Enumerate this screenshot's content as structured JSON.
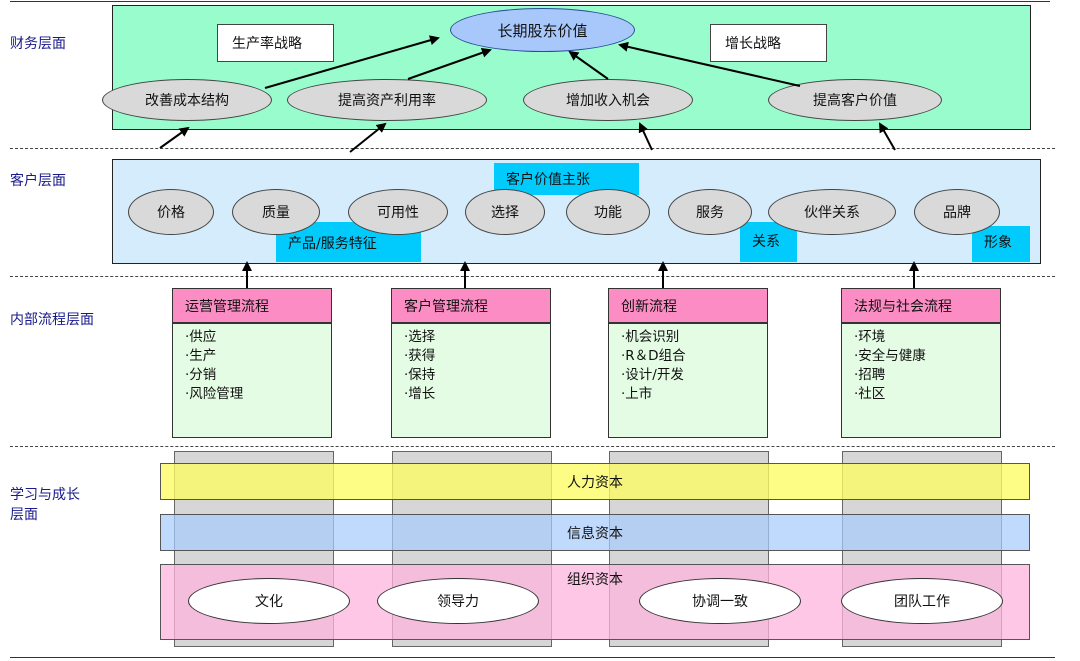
{
  "layers": {
    "financial": "财务层面",
    "customer": "客户层面",
    "internal": "内部流程层面",
    "learning_line1": "学习与成长",
    "learning_line2": "层面"
  },
  "financial": {
    "goal": "长期股东价值",
    "strategy_productivity": "生产率战略",
    "strategy_growth": "增长战略",
    "objectives": [
      "改善成本结构",
      "提高资产利用率",
      "增加收入机会",
      "提高客户价值"
    ]
  },
  "customer": {
    "value_proposition": "客户价值主张",
    "attributes": [
      "价格",
      "质量",
      "可用性",
      "选择",
      "功能",
      "服务",
      "伙伴关系",
      "品牌"
    ],
    "group_product_service": "产品/服务特征",
    "group_relationship": "关系",
    "group_image": "形象"
  },
  "processes": [
    {
      "title": "运营管理流程",
      "items": [
        "·供应",
        "·生产",
        "·分销",
        "·风险管理"
      ]
    },
    {
      "title": "客户管理流程",
      "items": [
        "·选择",
        "·获得",
        "·保持",
        "·增长"
      ]
    },
    {
      "title": "创新流程",
      "items": [
        "·机会识别",
        "·R＆D组合",
        "·设计/开发",
        "·上市"
      ]
    },
    {
      "title": "法规与社会流程",
      "items": [
        "·环境",
        "·安全与健康",
        "·招聘",
        "·社区"
      ]
    }
  ],
  "learning": {
    "human_capital": "人力资本",
    "information_capital": "信息资本",
    "organization_capital": "组织资本",
    "culture_items": [
      "文化",
      "领导力",
      "协调一致",
      "团队工作"
    ]
  }
}
